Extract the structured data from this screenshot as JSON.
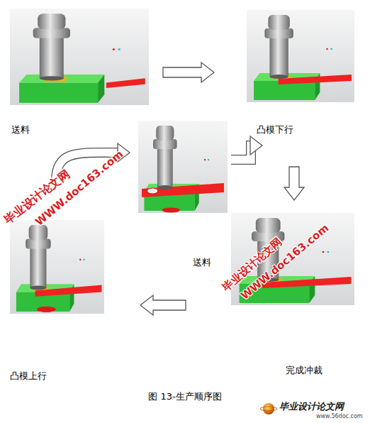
{
  "diagram": {
    "caption": "图 13-生产顺序图",
    "nodes": [
      {
        "text": [
          "送料"
        ]
      },
      {
        "text": [
          "凸模下行"
        ]
      },
      {
        "text": [
          "送料"
        ]
      },
      {
        "text": [
          "完成冲裁"
        ]
      },
      {
        "text": [
          "凸模上行"
        ]
      }
    ],
    "edges": [
      {
        "from": 0,
        "to": 1,
        "arrow": "to"
      },
      {
        "from": 1,
        "to": 3,
        "arrow": "to"
      },
      {
        "from": 3,
        "to": 4,
        "arrow": "to"
      },
      {
        "from": 4,
        "to": 2,
        "arrow": "to"
      },
      {
        "from": 2,
        "to": 1,
        "arrow": "to"
      }
    ],
    "labels": [
      "毕业设计论文网",
      "WWW.doc163.com",
      "毕业设计论文网",
      "WWW.doc163.com",
      "毕业设计论文网",
      "www.56doc.com"
    ]
  }
}
